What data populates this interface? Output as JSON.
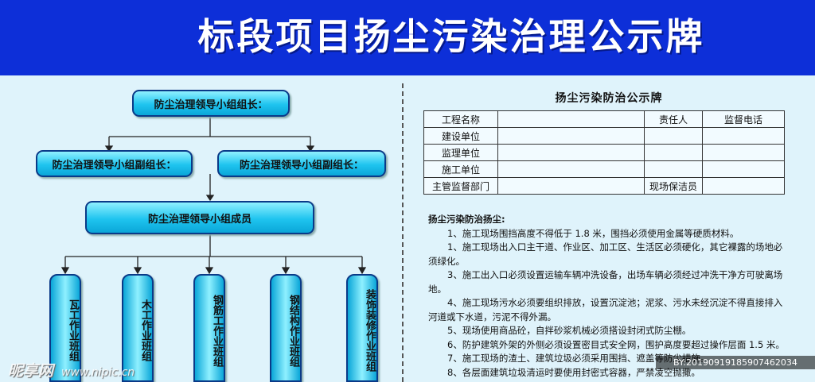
{
  "header": {
    "title": "标段项目扬尘污染治理公示牌"
  },
  "org": {
    "leader": "防尘治理领导小组组长：",
    "deputy_left": "防尘治理领导小组副组长：",
    "deputy_right": "防尘治理领导小组副组长：",
    "members": "防尘治理领导小组成员",
    "teams": [
      "瓦工作业班组",
      "木工作业班组",
      "钢筋工作业班组",
      "钢结构作业班组",
      "装饰装修作业班组"
    ]
  },
  "panel": {
    "title": "扬尘污染防治公示牌",
    "table": {
      "row1": [
        "工程名称",
        "",
        "责任人",
        "监督电话"
      ],
      "rows": [
        "建设单位",
        "监理单位",
        "施工单位"
      ],
      "last": [
        "主管监督部门",
        "",
        "现场保洁员",
        ""
      ]
    },
    "rules_heading": "扬尘污染防治扬尘:",
    "rules": [
      "1、施工现场围挡高度不得低于 1.8 米，围挡必须使用金属等硬质材料。",
      "1、施工现场出入口主干道、作业区、加工区、生活区必须硬化，其它裸露的场地必须绿化。",
      "3、施工出入口必须设置运输车辆冲洗设备，出场车辆必须经过冲洗干净方可驶离场地。",
      "4、施工现场污水必须要组织排放，设置沉淀池；泥浆、污水未经沉淀不得直接排入河道或下水道，污泥不得外漏。",
      "5、现场使用商品砼，自拌砂浆机械必须搭设封闭式防尘棚。",
      "6、防护建筑外架的外侧必须设置密目式安全网，围护高度要超过操作层面 1.5 米。",
      "7、施工现场的渣土、建筑垃圾必须采用围挡、遮盖等防尘措施。",
      "8、各层面建筑垃圾清运时要使用封密式容器，严禁凌空抛撒。"
    ]
  },
  "watermark": {
    "text": "昵享网",
    "url": "www.nipic.cn",
    "id": "BY:20190919185907462034"
  }
}
